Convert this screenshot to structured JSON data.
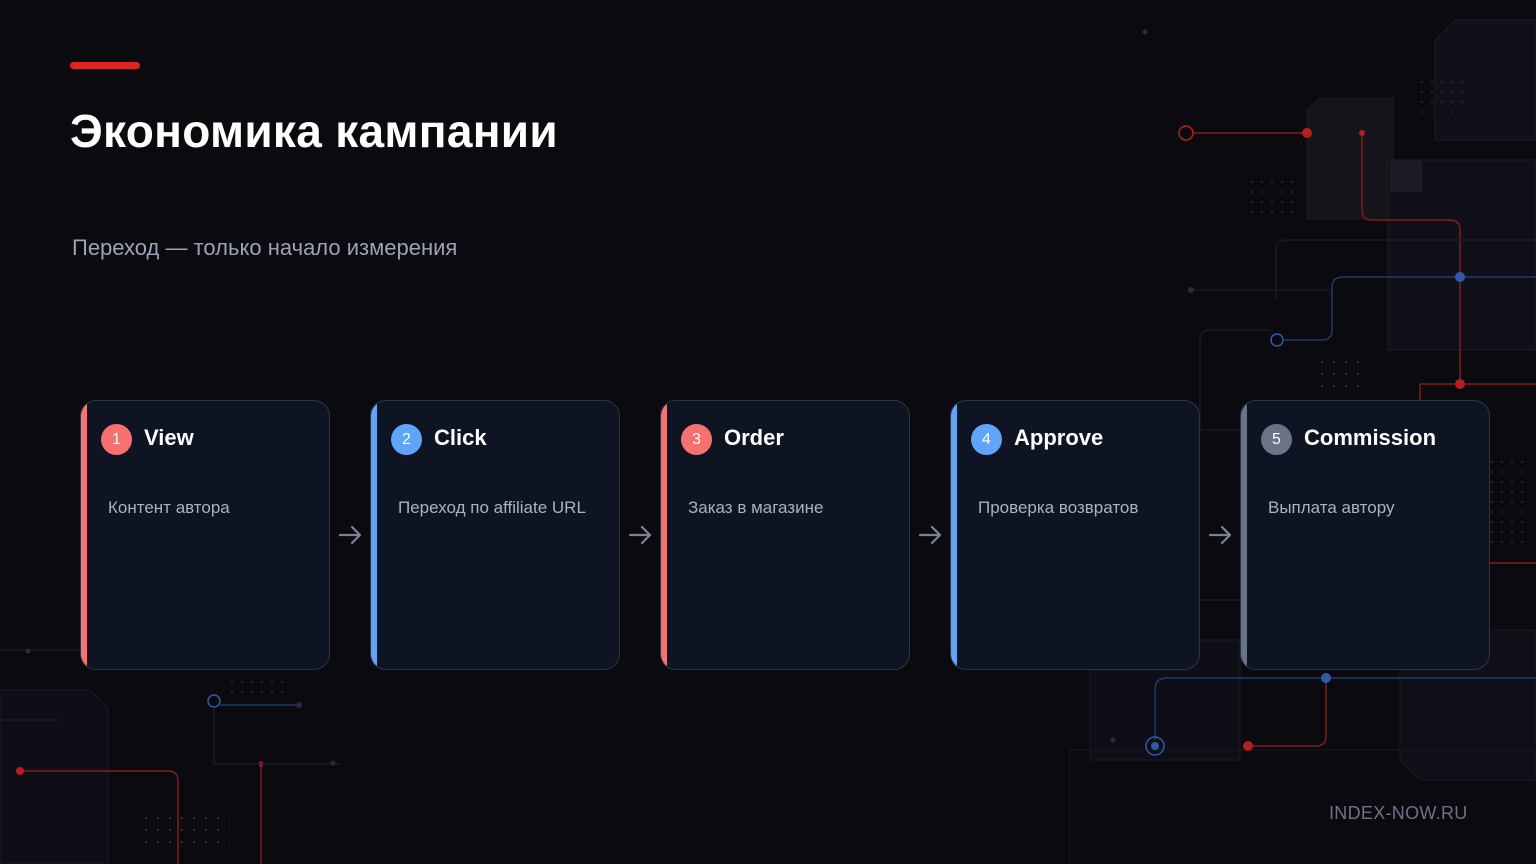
{
  "slide": {
    "title": "Экономика кампании",
    "subtitle": "Переход — только начало измерения",
    "footer": "INDEX-NOW.RU"
  },
  "colors": {
    "background": "#0a0a0f",
    "accent_red": "#dc2626",
    "step_red": "#f87171",
    "step_blue": "#60a5fa",
    "step_gray": "#6b7486"
  },
  "steps": [
    {
      "number": "1",
      "label": "View",
      "description": "Контент автора",
      "color": "#f87171"
    },
    {
      "number": "2",
      "label": "Click",
      "description": "Переход по affiliate URL",
      "color": "#60a5fa"
    },
    {
      "number": "3",
      "label": "Order",
      "description": "Заказ в магазине",
      "color": "#f87171"
    },
    {
      "number": "4",
      "label": "Approve",
      "description": "Проверка возвратов",
      "color": "#60a5fa"
    },
    {
      "number": "5",
      "label": "Commission",
      "description": "Выплата автору",
      "color": "#6b7486"
    }
  ],
  "connector_icon": "arrow-right-icon"
}
